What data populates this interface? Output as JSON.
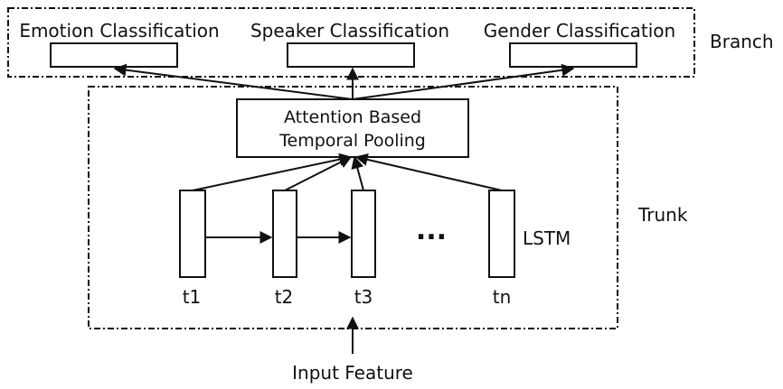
{
  "branch": {
    "label": "Branch",
    "heads": [
      {
        "title": "Emotion Classification"
      },
      {
        "title": "Speaker Classification"
      },
      {
        "title": "Gender Classification"
      }
    ]
  },
  "trunk": {
    "label": "Trunk",
    "pooling": {
      "line1": "Attention Based",
      "line2": "Temporal Pooling"
    },
    "lstm_label": "LSTM",
    "ellipsis": "...",
    "steps": [
      {
        "label": "t1"
      },
      {
        "label": "t2"
      },
      {
        "label": "t3"
      },
      {
        "label": "tn"
      }
    ]
  },
  "input": {
    "label": "Input Feature"
  }
}
